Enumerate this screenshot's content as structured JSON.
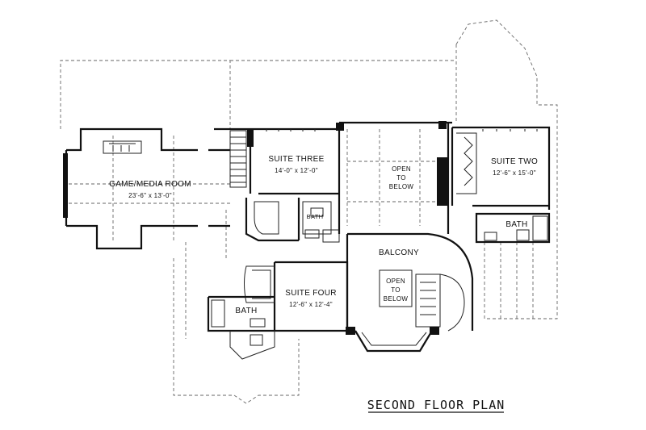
{
  "plan": {
    "title": "SECOND FLOOR PLAN",
    "rooms": {
      "game_media": {
        "name": "GAME/MEDIA ROOM",
        "dims": "23'-6\" x 13'-0\""
      },
      "suite_three": {
        "name": "SUITE THREE",
        "dims": "14'-0\" x 12'-0\""
      },
      "suite_two": {
        "name": "SUITE TWO",
        "dims": "12'-6\" x 15'-0\""
      },
      "suite_four": {
        "name": "SUITE FOUR",
        "dims": "12'-6\" x 12'-4\""
      },
      "bath_three": {
        "name": "BATH"
      },
      "bath_two": {
        "name": "BATH"
      },
      "bath_four": {
        "name": "BATH"
      },
      "balcony": {
        "name": "BALCONY"
      },
      "open_upper": {
        "line1": "OPEN",
        "line2": "TO",
        "line3": "BELOW"
      },
      "open_stair": {
        "line1": "OPEN",
        "line2": "TO",
        "line3": "BELOW"
      }
    }
  }
}
